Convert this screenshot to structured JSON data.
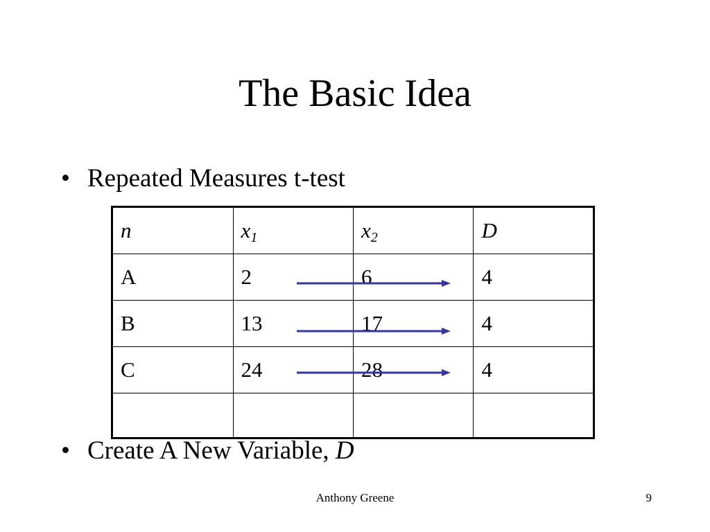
{
  "slide": {
    "title": "The Basic Idea",
    "bullets": [
      {
        "symbol": "•",
        "text": "Repeated Measures t-test"
      },
      {
        "symbol": "•",
        "text": "Create A New Variable, ",
        "italic_suffix": "D"
      }
    ]
  },
  "table": {
    "headers": [
      {
        "main": "n",
        "sub": ""
      },
      {
        "main": "x",
        "sub": "1"
      },
      {
        "main": "x",
        "sub": "2"
      },
      {
        "main": "D",
        "sub": ""
      }
    ],
    "rows": [
      [
        "A",
        "2",
        "6",
        "4"
      ],
      [
        "B",
        "13",
        "17",
        "4"
      ],
      [
        "C",
        "24",
        "28",
        "4"
      ],
      [
        "",
        "",
        "",
        ""
      ]
    ]
  },
  "arrows": {
    "color": "#3333aa",
    "from_column": "x1",
    "to_column": "x2",
    "rows": [
      "A",
      "B",
      "C"
    ]
  },
  "footer": {
    "author": "Anthony Greene",
    "page_number": "9"
  }
}
